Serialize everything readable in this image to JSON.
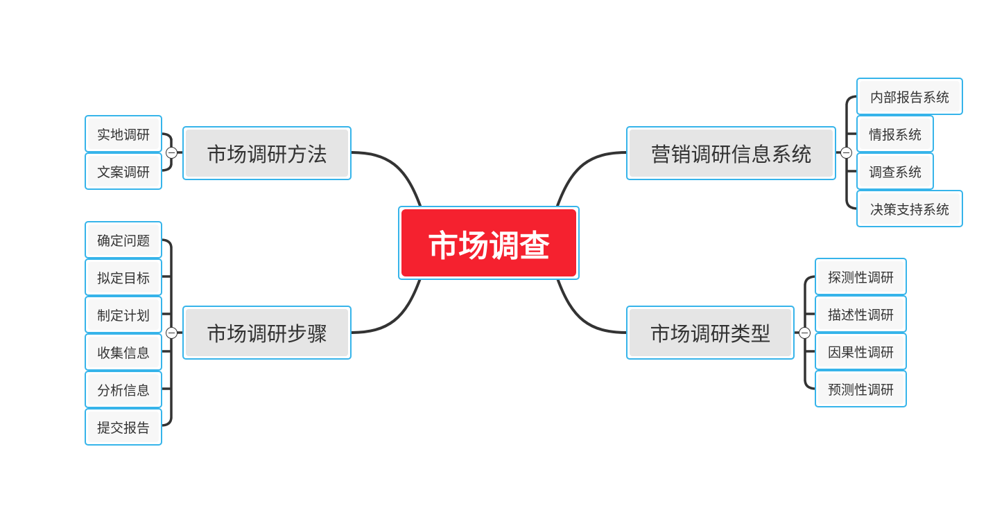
{
  "colors": {
    "root_fill": "#f5212f",
    "border": "#36b4ea",
    "branch_fill": "#e5e5e5",
    "line": "#333333"
  },
  "root": {
    "label": "市场调查"
  },
  "branches": {
    "methods": {
      "label": "市场调研方法",
      "children": [
        "实地调研",
        "文案调研"
      ]
    },
    "steps": {
      "label": "市场调研步骤",
      "children": [
        "确定问题",
        "拟定目标",
        "制定计划",
        "收集信息",
        "分析信息",
        "提交报告"
      ]
    },
    "info_system": {
      "label": "营销调研信息系统",
      "children": [
        "内部报告系统",
        "情报系统",
        "调查系统",
        "决策支持系统"
      ]
    },
    "types": {
      "label": "市场调研类型",
      "children": [
        "探测性调研",
        "描述性调研",
        "因果性调研",
        "预测性调研"
      ]
    }
  }
}
